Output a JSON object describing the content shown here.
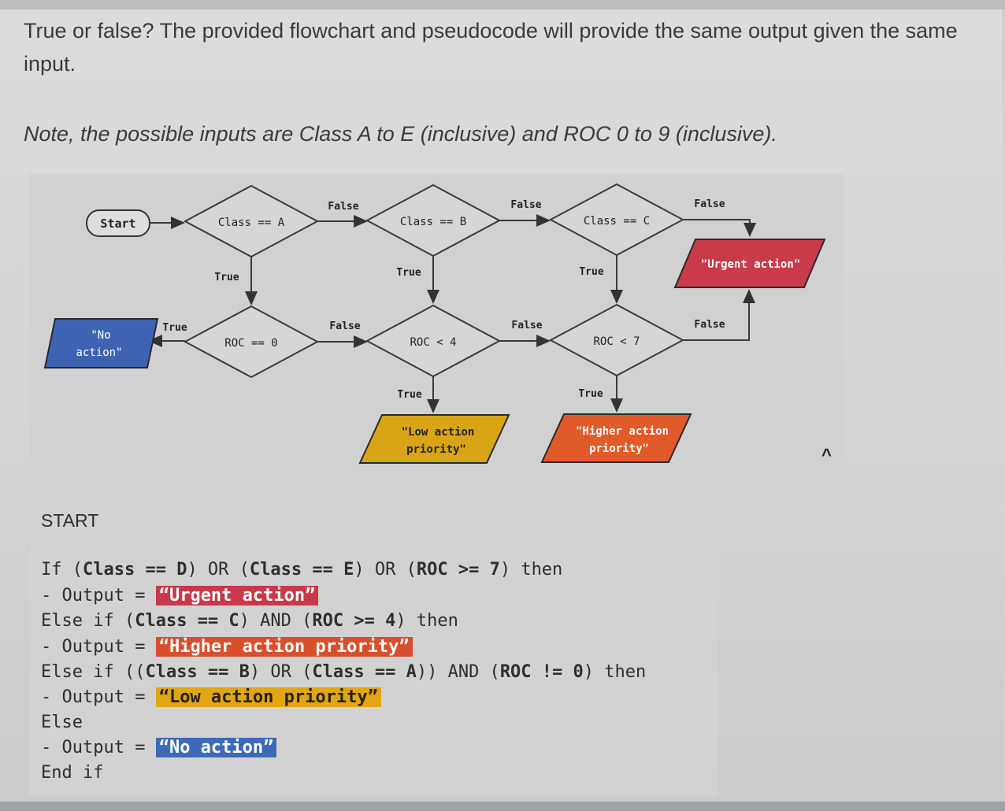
{
  "question": {
    "text": "True or false? The provided flowchart and pseudocode will provide the same output given the same input.",
    "note": "Note, the possible inputs are Class A to E (inclusive) and ROC 0 to 9 (inclusive)."
  },
  "flowchart": {
    "start": "Start",
    "decisions": {
      "class_a": "Class == A",
      "class_b": "Class == B",
      "class_c": "Class == C",
      "roc_0": "ROC == 0",
      "roc_4": "ROC < 4",
      "roc_7": "ROC < 7"
    },
    "outputs": {
      "no_action_1": "\"No",
      "no_action_2": "action\"",
      "low_1": "\"Low action",
      "low_2": "priority\"",
      "higher_1": "\"Higher action",
      "higher_2": "priority\"",
      "urgent": "\"Urgent action\""
    },
    "edge_true": "True",
    "edge_false": "False"
  },
  "pseudocode": {
    "start": "START",
    "line1_a": "If (",
    "line1_b": "Class == D",
    "line1_c": ") OR (",
    "line1_d": "Class == E",
    "line1_e": ") OR (",
    "line1_f": "ROC >= 7",
    "line1_g": ") then",
    "line2_prefix": "- Output = ",
    "urgent": "“Urgent action”",
    "line3_a": "Else if (",
    "line3_b": "Class == C",
    "line3_c": ") AND (",
    "line3_d": "ROC >= 4",
    "line3_e": ") then",
    "higher": "“Higher action priority”",
    "line5_a": "Else if ((",
    "line5_b": "Class == B",
    "line5_c": ") OR (",
    "line5_d": "Class == A",
    "line5_e": ")) AND (",
    "line5_f": "ROC != 0",
    "line5_g": ") then",
    "low": "“Low action priority”",
    "else": "Else",
    "no": "“No action”",
    "end": "End if"
  },
  "colors": {
    "no_action": "#3f63b3",
    "low": "#d9a416",
    "higher": "#e05a2a",
    "urgent": "#c93a4b"
  },
  "icons": {
    "collapse": "caret-up-icon"
  },
  "caret_glyph": "^"
}
